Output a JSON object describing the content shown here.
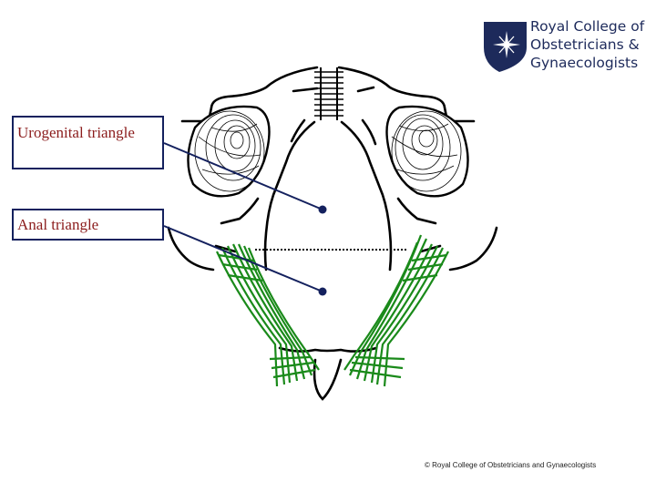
{
  "labels": {
    "urogenital": "Urogenital triangle",
    "anal": "Anal triangle"
  },
  "logo": {
    "line1": "Royal College of",
    "line2": "Obstetricians &",
    "line3": "Gynaecologists",
    "icon": "star-shield-icon"
  },
  "copyright": "© Royal College of Obstetricians and Gynaecologists",
  "colors": {
    "outline": "#000000",
    "muscle": "#1a8a1a",
    "pointer": "#14215e",
    "label_text": "#8b1c1c",
    "logo_navy": "#1d2a5b"
  }
}
